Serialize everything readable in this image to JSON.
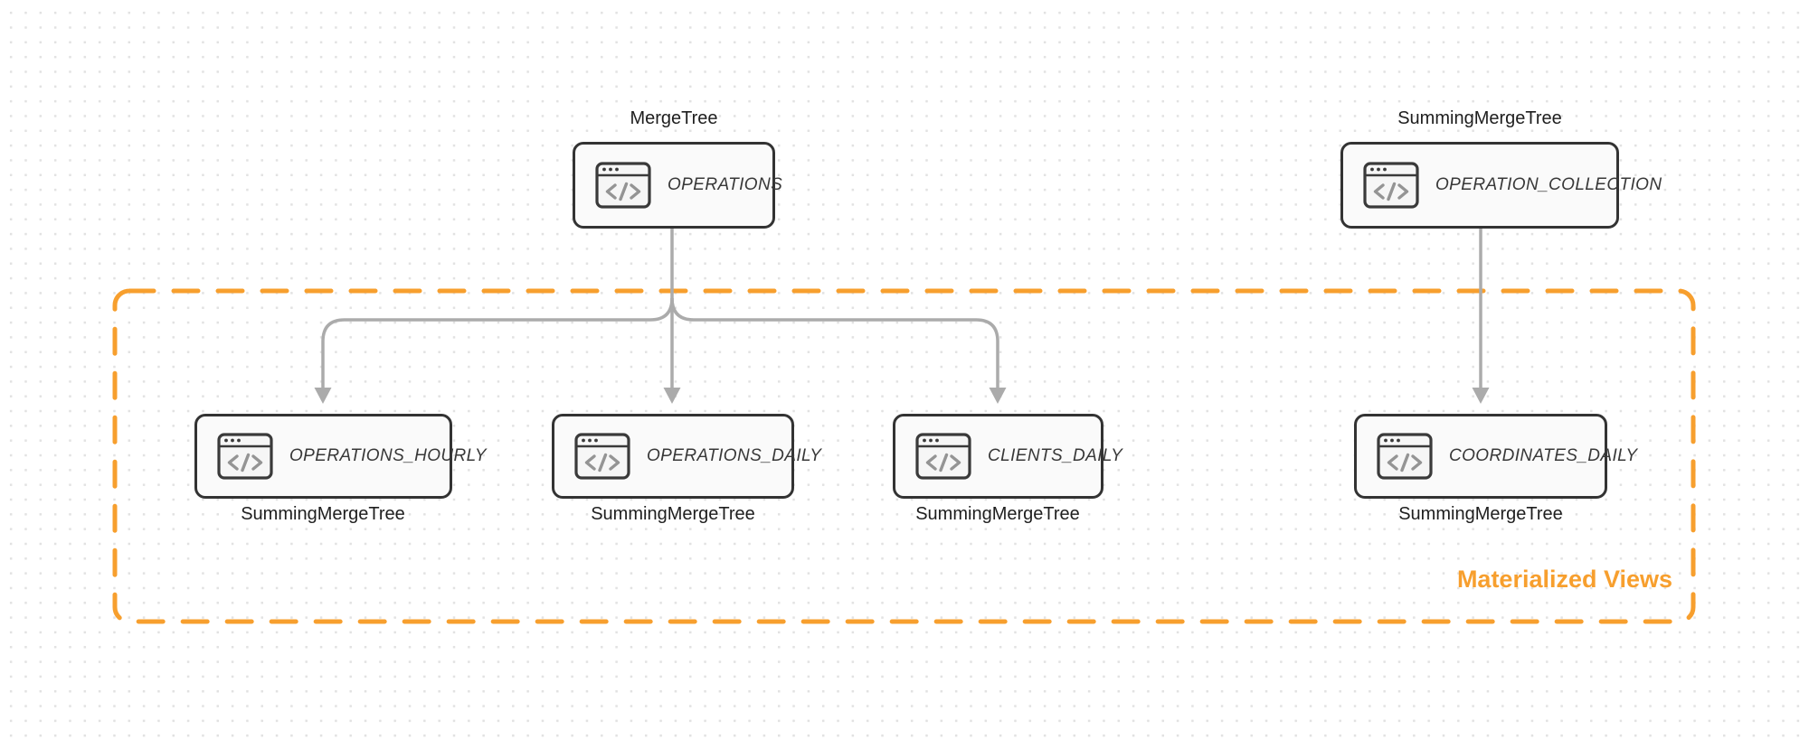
{
  "group": {
    "label": "Materialized Views",
    "members": [
      "OPERATIONS_HOURLY",
      "OPERATIONS_DAILY",
      "CLIENTS_DAILY",
      "COORDINATES_DAILY"
    ]
  },
  "colors": {
    "accent_orange": "#F79F2E",
    "arrow_gray": "#ABABAB",
    "node_border": "#333333",
    "node_fill": "#FAFAFA",
    "engine_text": "#1E1E1E",
    "dot_grid": "#E2E2E2"
  },
  "nodes": [
    {
      "id": "operations",
      "table": "OPERATIONS",
      "engine": "MergeTree",
      "engine_label_position": "above",
      "icon": "code-window-icon"
    },
    {
      "id": "operation-collection",
      "table": "OPERATION_COLLECTION",
      "engine": "SummingMergeTree",
      "engine_label_position": "above",
      "icon": "code-window-icon"
    },
    {
      "id": "operations-hourly",
      "table": "OPERATIONS_HOURLY",
      "engine": "SummingMergeTree",
      "engine_label_position": "below",
      "icon": "code-window-icon"
    },
    {
      "id": "operations-daily",
      "table": "OPERATIONS_DAILY",
      "engine": "SummingMergeTree",
      "engine_label_position": "below",
      "icon": "code-window-icon"
    },
    {
      "id": "clients-daily",
      "table": "CLIENTS_DAILY",
      "engine": "SummingMergeTree",
      "engine_label_position": "below",
      "icon": "code-window-icon"
    },
    {
      "id": "coordinates-daily",
      "table": "COORDINATES_DAILY",
      "engine": "SummingMergeTree",
      "engine_label_position": "below",
      "icon": "code-window-icon"
    }
  ],
  "edges": [
    {
      "from": "OPERATIONS",
      "to": "OPERATIONS_HOURLY"
    },
    {
      "from": "OPERATIONS",
      "to": "OPERATIONS_DAILY"
    },
    {
      "from": "OPERATIONS",
      "to": "CLIENTS_DAILY"
    },
    {
      "from": "OPERATION_COLLECTION",
      "to": "COORDINATES_DAILY"
    }
  ]
}
